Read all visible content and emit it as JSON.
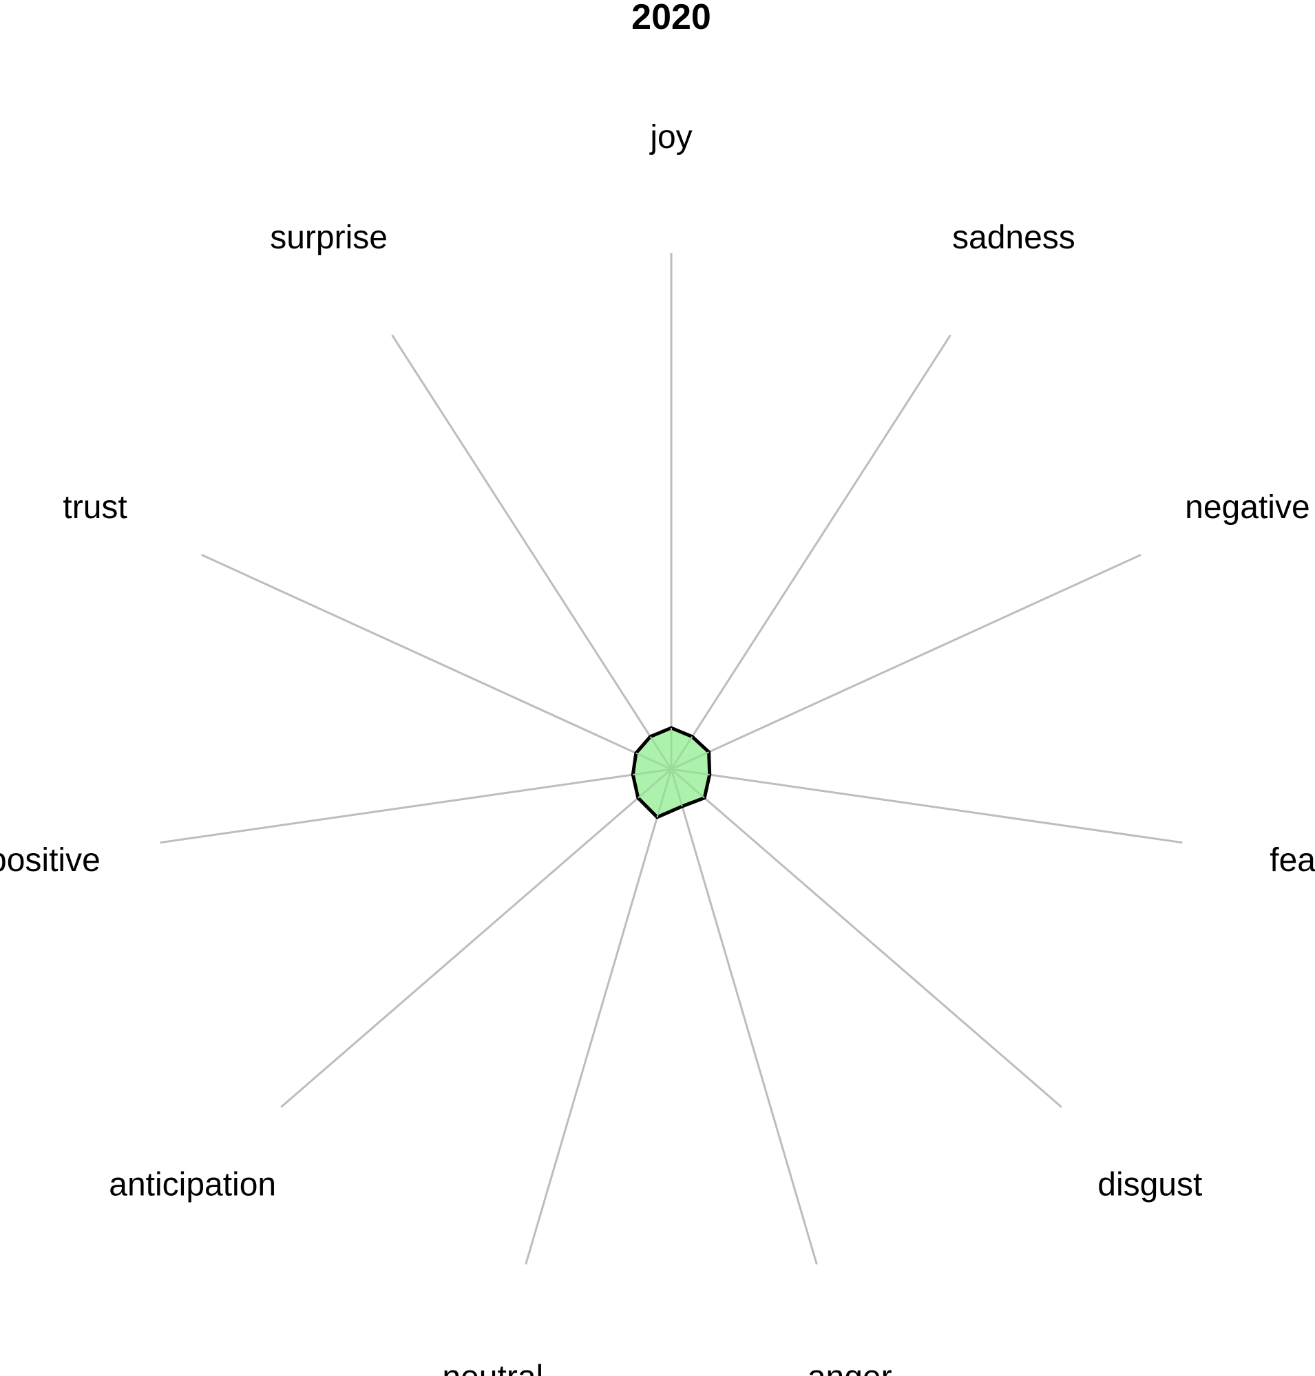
{
  "chart_data": {
    "type": "radar",
    "title": "2020",
    "axes": [
      "joy",
      "sadness",
      "negative",
      "fear",
      "disgust",
      "anger",
      "neutral",
      "anticipation",
      "positive",
      "trust",
      "surprise"
    ],
    "series": [
      {
        "values": [
          0.08,
          0.075,
          0.08,
          0.075,
          0.085,
          0.075,
          0.097,
          0.085,
          0.075,
          0.075,
          0.075
        ]
      }
    ],
    "rlim": [
      0,
      1
    ],
    "grid": false,
    "colors": {
      "fill": "#90ee90",
      "stroke": "#000000",
      "spoke": "#bdbdbd"
    }
  }
}
